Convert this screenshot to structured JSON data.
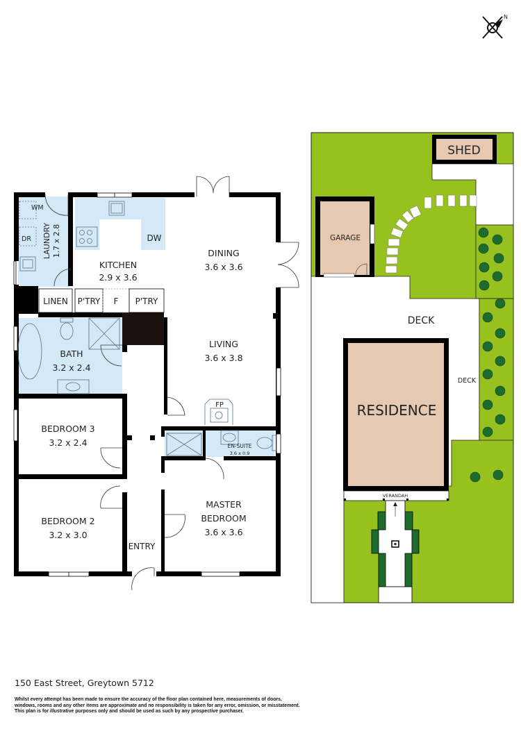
{
  "compass": {
    "label": "N",
    "icon": "north-arrow-icon"
  },
  "colors": {
    "wall": "#000000",
    "wet_area": "#d3e9f7",
    "lawn": "#96c11f",
    "building_fill": "#e6c9b0",
    "tree": "#1e6b2e",
    "deck": "#ffffff",
    "fixture_line": "#5a7183"
  },
  "floor_plan": {
    "rooms": [
      {
        "id": "laundry",
        "name": "LAUNDRY",
        "size": "1.7 x 2.8"
      },
      {
        "id": "kitchen",
        "name": "KITCHEN",
        "size": "2.9 x 3.6"
      },
      {
        "id": "dining",
        "name": "DINING",
        "size": "3.6 x 3.6"
      },
      {
        "id": "living",
        "name": "LIVING",
        "size": "3.6 x 3.8"
      },
      {
        "id": "bath",
        "name": "BATH",
        "size": "3.2 x 2.4"
      },
      {
        "id": "bedroom3",
        "name": "BEDROOM 3",
        "size": "3.2 x 2.4"
      },
      {
        "id": "bedroom2",
        "name": "BEDROOM 2",
        "size": "3.2 x 3.0"
      },
      {
        "id": "master",
        "name_line1": "MASTER",
        "name_line2": "BEDROOM",
        "size": "3.6 x 3.6"
      },
      {
        "id": "ensuite",
        "name": "EN-SUITE",
        "size": "3.6 x 0.9"
      },
      {
        "id": "entry",
        "name": "ENTRY"
      }
    ],
    "fixtures": {
      "wm": "WM",
      "dr": "DR",
      "dw": "DW",
      "linen": "LINEN",
      "pantry_left": "P'TRY",
      "fridge": "F",
      "pantry_right": "P'TRY",
      "fireplace": "FP"
    }
  },
  "site_plan": {
    "shed": "SHED",
    "garage": "GARAGE",
    "deck_top": "DECK",
    "deck_side": "DECK",
    "residence": "RESIDENCE",
    "verandah": "VERANDAH"
  },
  "footer": {
    "address": "150 East Street, Greytown 5712",
    "disclaimer_lines": [
      "Whilst every attempt has been made to ensure the accuracy of the floor plan contained here, measurements of doors,",
      "windows, rooms and any other items are approximate and no responsibility is taken for any error, omission, or misstatement.",
      "This plan is for illustrative purposes only and should be used as such by any prospective purchaser."
    ]
  }
}
